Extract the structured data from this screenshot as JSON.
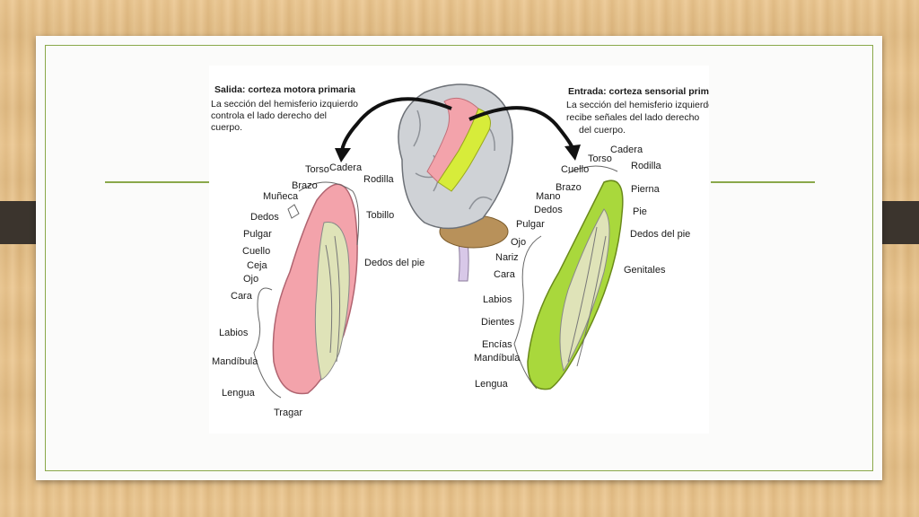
{
  "left": {
    "title": "Salida: corteza motora primaria",
    "desc": [
      "La sección del hemisferio izquierdo",
      "controla el lado derecho del",
      "cuerpo."
    ],
    "labels": [
      "Torso",
      "Cadera",
      "Brazo",
      "Rodilla",
      "Muñeca",
      "Tobillo",
      "Dedos",
      "Pulgar",
      "Cuello",
      "Ceja",
      "Ojo",
      "Dedos del pie",
      "Cara",
      "Labios",
      "Mandíbula",
      "Lengua",
      "Tragar"
    ]
  },
  "right": {
    "title": "Entrada: corteza sensorial primaria",
    "desc": [
      "La sección del hemisferio izquierdo",
      "recibe señales del lado derecho",
      "del cuerpo."
    ],
    "labels": [
      "Cadera",
      "Torso",
      "Cuello",
      "Rodilla",
      "Brazo",
      "Mano",
      "Pierna",
      "Dedos",
      "Pie",
      "Pulgar",
      "Dedos del pie",
      "Ojo",
      "Nariz",
      "Genitales",
      "Cara",
      "Labios",
      "Dientes",
      "Encías",
      "Mandíbula",
      "Lengua"
    ]
  },
  "colors": {
    "motor": "#f3a3ab",
    "sensory": "#a9d83c",
    "frame": "#8aa84a",
    "tab": "#3b342d"
  }
}
